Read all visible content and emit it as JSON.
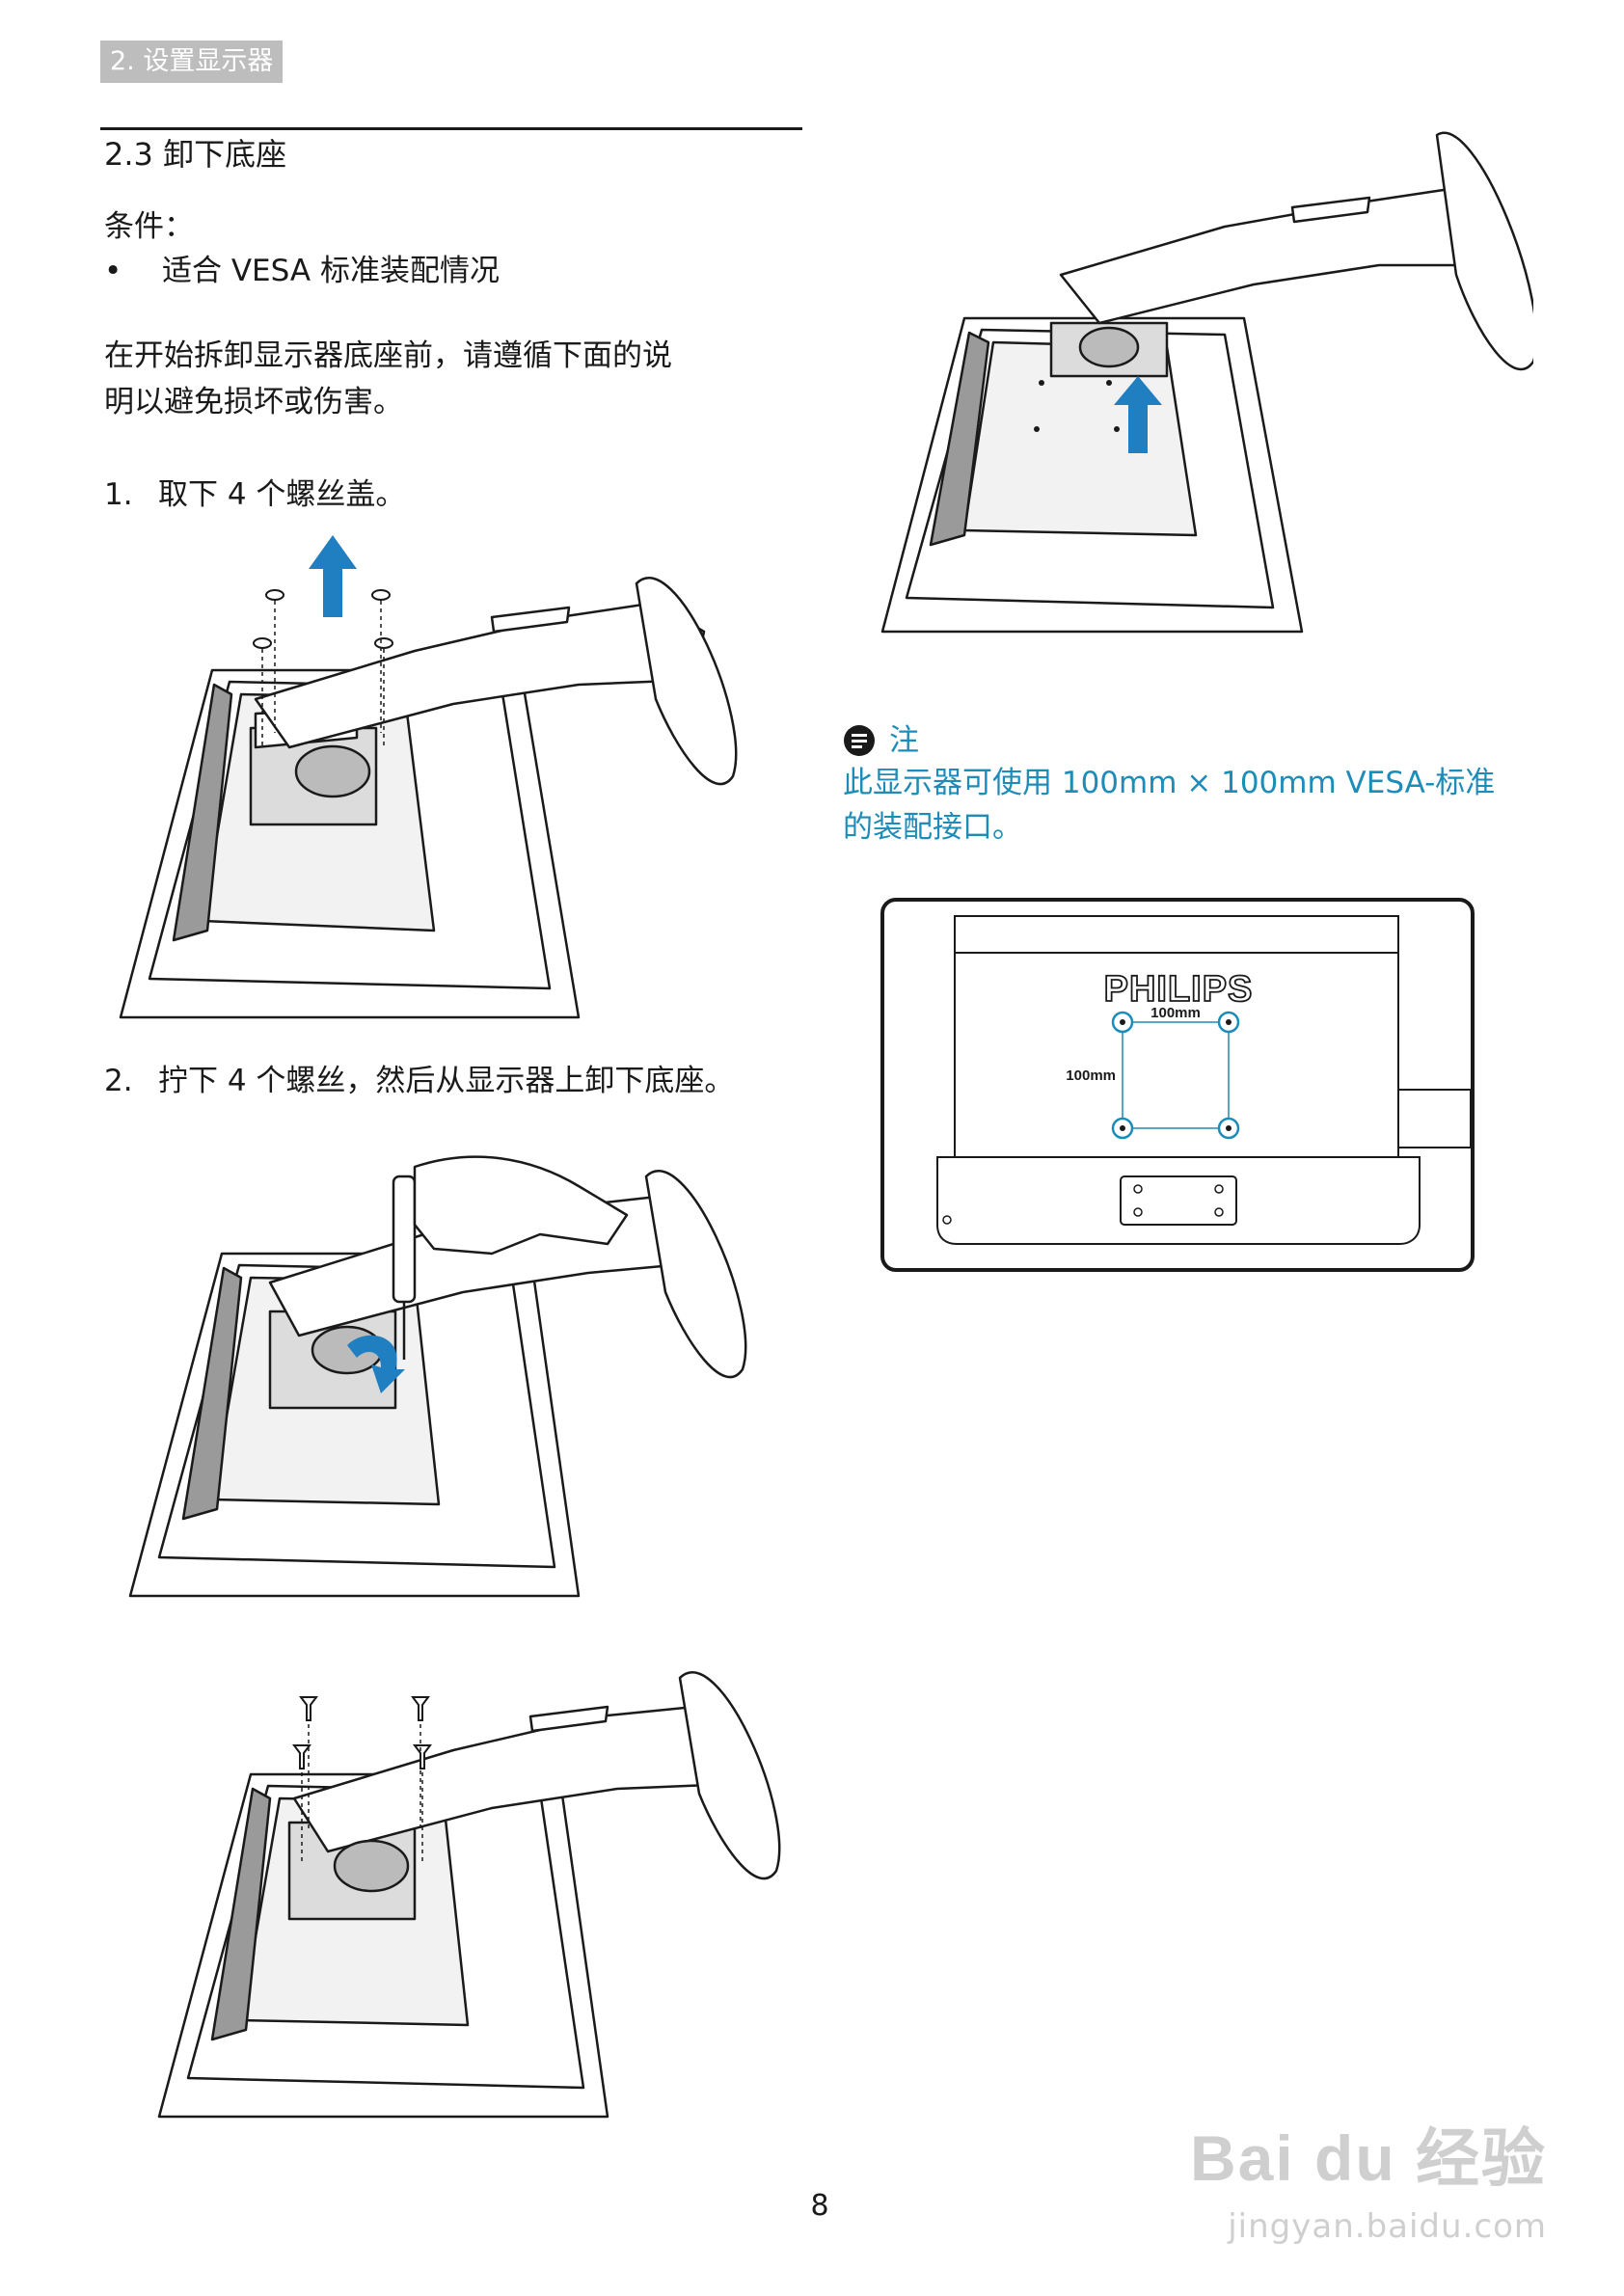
{
  "header": {
    "tab_label": "2. 设置显示器"
  },
  "section": {
    "title": "2.3  卸下底座"
  },
  "conditions": {
    "label": "条件：",
    "bullet_symbol": "•",
    "item": "适合 VESA 标准装配情况"
  },
  "intro": {
    "line1": "在开始拆卸显示器底座前，请遵循下面的说",
    "line2": "明以避免损坏或伤害。"
  },
  "steps": [
    {
      "num": "1.",
      "text": "取下 4 个螺丝盖。"
    },
    {
      "num": "2.",
      "text": "拧下 4 个螺丝，然后从显示器上卸下底座。"
    }
  ],
  "note": {
    "title": "注",
    "line1": "此显示器可使用 100mm × 100mm VESA-标准",
    "line2": "的装配接口。"
  },
  "vesa_diagram": {
    "brand": "PHILIPS",
    "dim_horizontal": "100mm",
    "dim_vertical": "100mm"
  },
  "page": {
    "number": "8"
  },
  "watermark": {
    "main": "Bai du 经验",
    "sub": "jingyan.baidu.com"
  },
  "colors": {
    "accent_blue": "#1e8cb8",
    "arrow_blue": "#1f7fc0",
    "tab_gray": "#bdbdbd"
  }
}
